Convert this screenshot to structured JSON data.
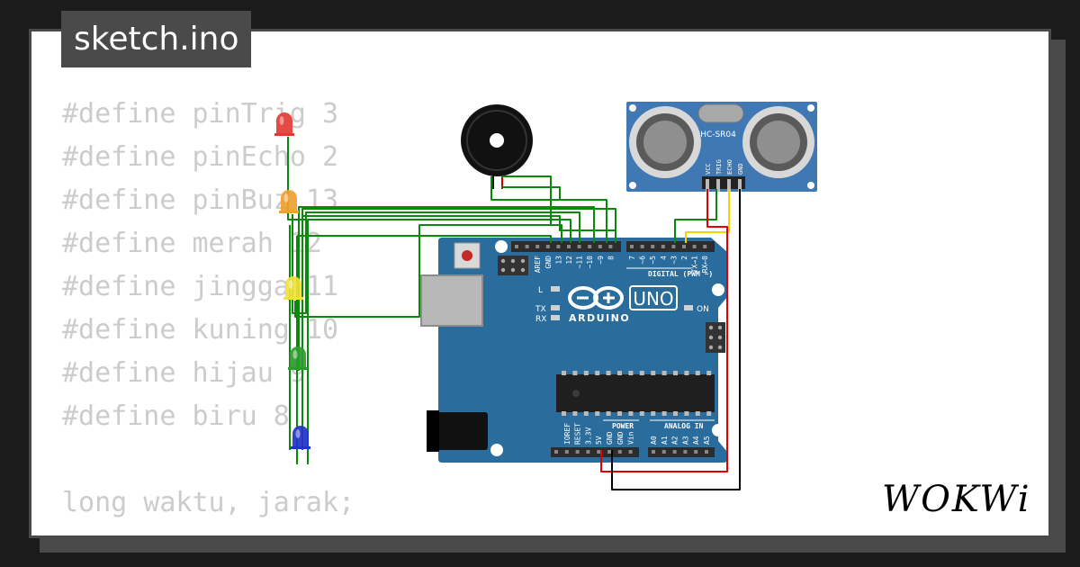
{
  "tab": {
    "filename": "sketch.ino"
  },
  "code": {
    "lines": [
      "#define pinTrig 3",
      "#define pinEcho 2",
      "#define pinBuz 13",
      "#define merah 12",
      "#define jingga 11",
      "#define kuning 10",
      "#define hijau 9",
      "#define biru 8",
      "",
      "long waktu, jarak;"
    ]
  },
  "arduino": {
    "model": "UNO",
    "brand": "ARDUINO",
    "digital_label": "DIGITAL (PWM ~)",
    "power_label": "POWER",
    "analog_label": "ANALOG IN",
    "led_l": "L",
    "led_tx": "TX",
    "led_rx": "RX",
    "led_on": "ON",
    "top_pins": [
      "AREF",
      "GND",
      "13",
      "12",
      "~11",
      "~10",
      "~9",
      "8",
      "7",
      "~6",
      "~5",
      "4",
      "~3",
      "2",
      "TX→1",
      "RX←0"
    ],
    "power_pins": [
      "IOREF",
      "RESET",
      "3.3V",
      "5V",
      "GND",
      "GND",
      "Vin"
    ],
    "analog_pins": [
      "A0",
      "A1",
      "A2",
      "A3",
      "A4",
      "A5"
    ]
  },
  "sensor": {
    "model": "HC-SR04",
    "pins": [
      "VCC",
      "TRIG",
      "ECHO",
      "GND"
    ]
  },
  "leds": [
    {
      "color": "#e53935"
    },
    {
      "color": "#f0a030"
    },
    {
      "color": "#f2e23a"
    },
    {
      "color": "#2e9b2e"
    },
    {
      "color": "#2233cc"
    }
  ],
  "colors": {
    "board": "#2a6c9c",
    "wire_green": "#0a8a0a",
    "wire_red": "#e00000",
    "wire_black": "#000000",
    "wire_yellow": "#f2d400"
  },
  "logo": {
    "text": "WOKWi"
  }
}
